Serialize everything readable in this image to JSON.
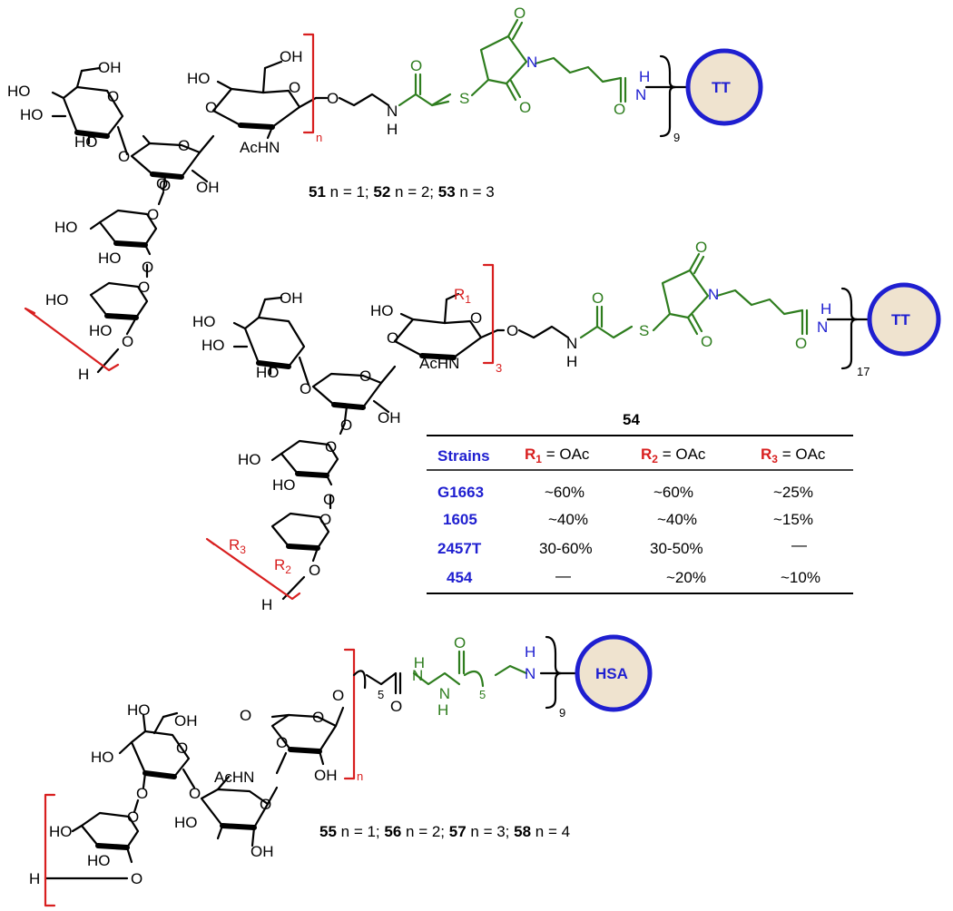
{
  "colors": {
    "black": "#000000",
    "red": "#d81f1f",
    "green": "#2e7d1e",
    "blue": "#1f1fd0",
    "carrier_fill": "#efe3cf",
    "carrier_stroke": "#1f1fd0"
  },
  "conjugate_1": {
    "carrier": "TT",
    "repeat_subscript": "n",
    "loading": "9",
    "labels": {
      "HO": "HO",
      "OH": "OH",
      "AcHN": "AcHN",
      "O": "O",
      "N": "N",
      "H": "H",
      "S": "S"
    },
    "compounds": [
      {
        "id": "51",
        "rest": " n = 1; "
      },
      {
        "id": "52",
        "rest": " n = 2; "
      },
      {
        "id": "53",
        "rest": " n = 3"
      }
    ]
  },
  "conjugate_2": {
    "carrier": "TT",
    "repeat_subscript": "3",
    "loading": "17",
    "compound_id": "54",
    "r1": "R",
    "r1_sub": "1",
    "r2": "R",
    "r2_sub": "2",
    "r3": "R",
    "r3_sub": "3",
    "table": {
      "headers": [
        {
          "label": "Strains"
        },
        {
          "r": "R",
          "sub": "1",
          "rest": " = OAc"
        },
        {
          "r": "R",
          "sub": "2",
          "rest": " = OAc"
        },
        {
          "r": "R",
          "sub": "3",
          "rest": " = OAc"
        }
      ],
      "rows": [
        {
          "strain": "G1663",
          "r1": "~60%",
          "r2": "~60%",
          "r3": "~25%"
        },
        {
          "strain": "1605",
          "r1": "~40%",
          "r2": "~40%",
          "r3": "~15%"
        },
        {
          "strain": "2457T",
          "r1": "30-60%",
          "r2": "30-50%",
          "r3": "—"
        },
        {
          "strain": "454",
          "r1": "—",
          "r2": "~20%",
          "r3": "~10%"
        }
      ]
    }
  },
  "conjugate_3": {
    "carrier": "HSA",
    "repeat_subscript": "n",
    "loading": "9",
    "linker_subscript": "5",
    "compounds": [
      {
        "id": "55",
        "rest": " n = 1; "
      },
      {
        "id": "56",
        "rest": " n = 2; "
      },
      {
        "id": "57",
        "rest": " n = 3; "
      },
      {
        "id": "58",
        "rest": " n = 4"
      }
    ]
  }
}
